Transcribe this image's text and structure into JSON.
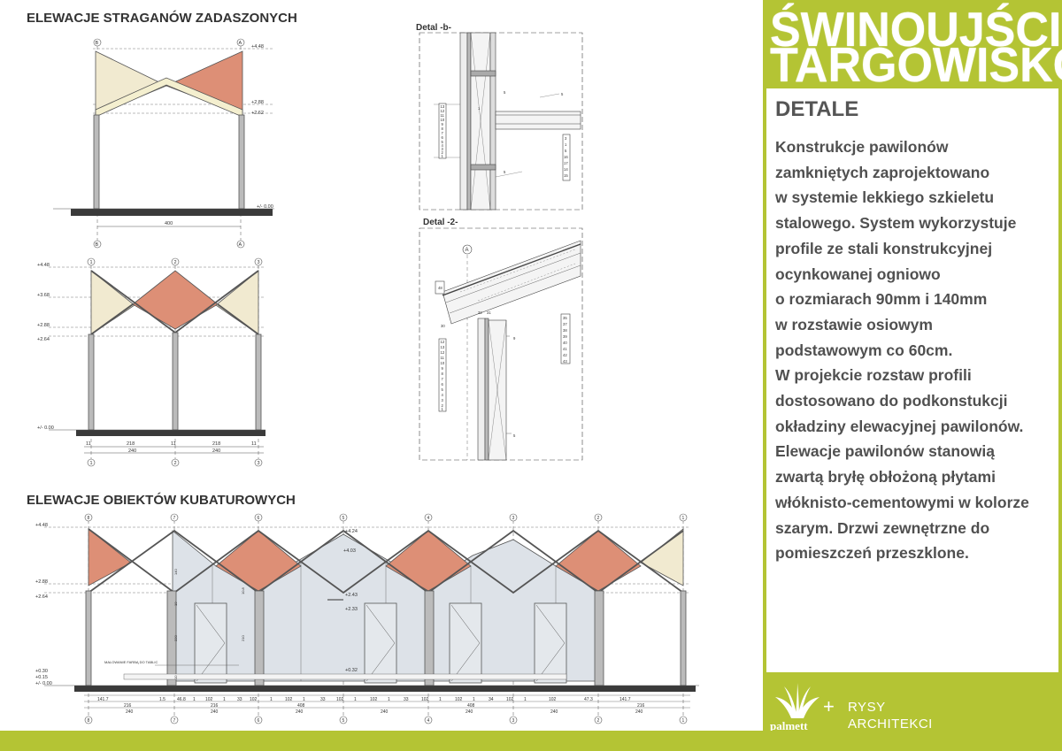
{
  "header": {
    "title_line1": "ŚWINOUJŚCIE",
    "title_line2": "TARGOWISKO"
  },
  "panel": {
    "heading": "DETALE",
    "description": "Konstrukcje pawilonów\nzamkniętych zaprojektowano\nw systemie lekkiego szkieletu\nstalowego. System wykorzystuje\nprofile ze stali konstrukcyjnej\nocynkowanej ogniowo\no rozmiarach 90mm i 140mm\nw rozstawie osiowym\npodstawowym co 60cm.\nW projekcie rozstaw profili\ndostosowano do podkonstukcji\nokładziny elewacyjnej pawilonów.\nElewacje pawilonów stanowią\nzwartą bryłę obłożoną płytami\nwłóknisto-cementowymi w kolorze\nszarym. Drzwi zewnętrzne do\npomieszczeń przeszklone."
  },
  "footer": {
    "logo_text": "palmett",
    "plus": "+",
    "partner_line1": "RYSY",
    "partner_line2": "ARCHITEKCI"
  },
  "sections": {
    "stalls_title": "ELEWACJE STRAGANÓW ZADASZONYCH",
    "buildings_title": "ELEWACJE OBIEKTÓW KUBATUROWYCH",
    "detail_b": "Detal -b-",
    "detail_2": "Detal -2-"
  },
  "elev1": {
    "axis_left": "B",
    "axis_right": "A",
    "levels": [
      "+4.48",
      "+2.88",
      "+2.62",
      "+/- 0.00"
    ],
    "dim": "400"
  },
  "elev2": {
    "axes": [
      "1",
      "2",
      "3"
    ],
    "levels": [
      "+4.48",
      "+3.68",
      "+2.88",
      "+2.64",
      "+/- 0.00"
    ],
    "dims_top": [
      "11",
      "218",
      "11",
      "218",
      "11"
    ],
    "dims_bottom": [
      "240",
      "240"
    ]
  },
  "elev3": {
    "axes": [
      "8",
      "7",
      "6",
      "5",
      "4",
      "3",
      "2",
      "1"
    ],
    "levels_left": [
      "+4.48",
      "+2.88",
      "+2.64",
      "+0.30",
      "+0.15",
      "+/- 0.00"
    ],
    "levels_mid": [
      "+4.24",
      "+4.03",
      "+2.43",
      "+2.33",
      "+0.32"
    ],
    "note": "MALOWANIE FARBĄ DO TABLIC",
    "dims_bottom": [
      "240",
      "240",
      "240",
      "240",
      "240",
      "240",
      "240"
    ],
    "dims_mid": [
      "216",
      "216",
      "408",
      "408",
      "216"
    ],
    "dims_top": [
      "141.7",
      "1.5",
      "46.8",
      "1",
      "102",
      "1",
      "33",
      "102",
      "1",
      "102",
      "1",
      "33",
      "102",
      "1",
      "102",
      "1",
      "33",
      "102",
      "1",
      "102",
      "1",
      "34",
      "102",
      "1",
      "102",
      "47.3",
      "141.7"
    ],
    "vertical_dims": [
      "140",
      "10",
      "220",
      "10",
      "210",
      "10.8"
    ]
  },
  "detail_b_labels": {
    "left_numbers": [
      "13",
      "12",
      "11",
      "10",
      "9",
      "8",
      "7",
      "6",
      "5",
      "4",
      "3",
      "2",
      "1"
    ],
    "right_numbers": [
      "3",
      "1",
      "5",
      "16",
      "17",
      "14",
      "15"
    ],
    "tags": [
      "5",
      "5",
      "1",
      "5"
    ]
  },
  "detail_2_labels": {
    "left_numbers": [
      "12",
      "13",
      "12",
      "11",
      "10",
      "9",
      "8",
      "7",
      "6",
      "5",
      "4",
      "3",
      "2",
      "1"
    ],
    "right_numbers": [
      "35",
      "37",
      "38",
      "39",
      "40",
      "41",
      "42",
      "43"
    ],
    "axis": "A",
    "tags": [
      "48",
      "32",
      "31",
      "30",
      "9",
      "5"
    ]
  },
  "colors": {
    "brand_green": "#b4c434",
    "roof_red": "#dd8f76",
    "roof_cream": "#f1ead0",
    "wall_gray": "#dde2e8",
    "ground": "#3a3a3a"
  }
}
